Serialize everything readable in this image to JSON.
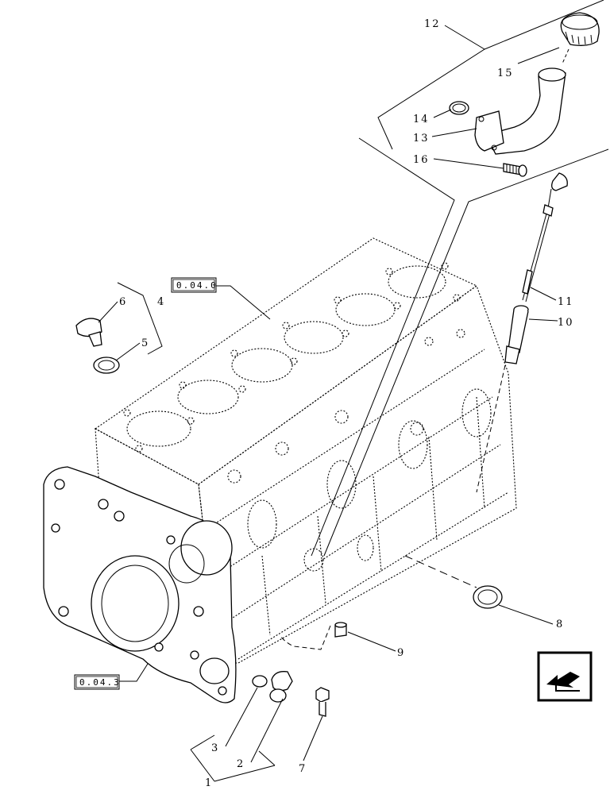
{
  "callouts": {
    "c1": "1",
    "c2": "2",
    "c3": "3",
    "c4": "4",
    "c5": "5",
    "c6": "6",
    "c7": "7",
    "c8": "8",
    "c9": "9",
    "c10": "10",
    "c11": "11",
    "c12": "12",
    "c13": "13",
    "c14": "14",
    "c15": "15",
    "c16": "16"
  },
  "references": {
    "ref_top": "0.04.0",
    "ref_bottom": "0.04.3"
  },
  "icons": {
    "nav_arrow": "back-arrow-icon"
  }
}
